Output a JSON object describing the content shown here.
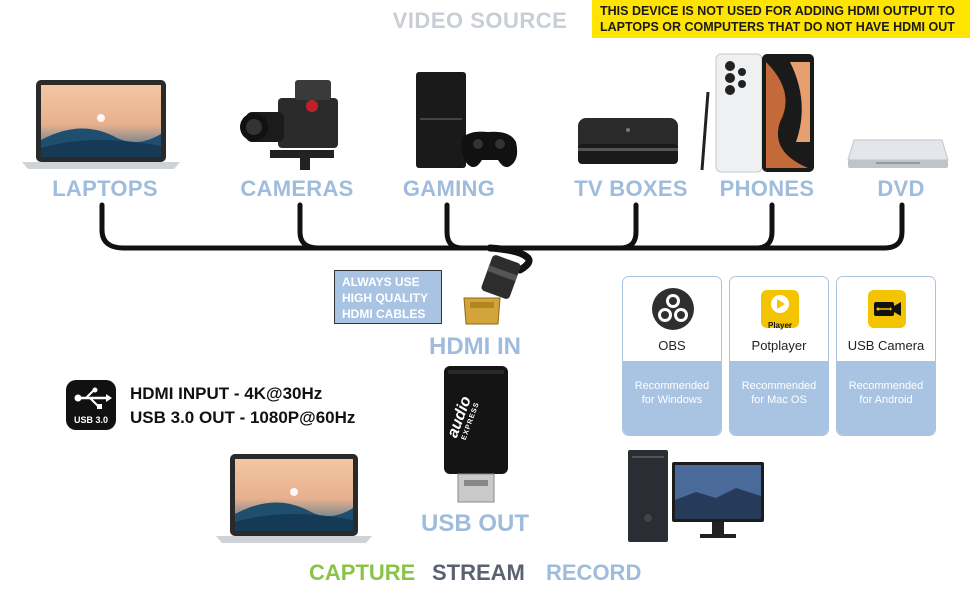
{
  "header": {
    "title": "VIDEO SOURCE",
    "warning": [
      "THIS DEVICE IS NOT USED FOR ADDING HDMI OUTPUT TO",
      "LAPTOPS OR COMPUTERS THAT DO NOT HAVE HDMI OUT"
    ]
  },
  "sources": [
    "LAPTOPS",
    "CAMERAS",
    "GAMING",
    "TV BOXES",
    "PHONES",
    "DVD"
  ],
  "advice": [
    "ALWAYS USE",
    "HIGH QUALITY",
    "HDMI CABLES"
  ],
  "adapter": {
    "hdmi_in": "HDMI IN",
    "usb_out": "USB OUT",
    "brand_top": "audio",
    "brand_bottom": "EXPRESS"
  },
  "specs": {
    "badge": "USB 3.0",
    "line1": "HDMI INPUT  - 4K@30Hz",
    "line2": "USB 3.0 OUT - 1080P@60Hz"
  },
  "software": [
    {
      "name": "OBS",
      "rec1": "Recommended",
      "rec2": "for Windows"
    },
    {
      "name": "Potplayer",
      "rec1": "Recommended",
      "rec2": "for Mac OS",
      "icon_text": "Player"
    },
    {
      "name": "USB Camera",
      "rec1": "Recommended",
      "rec2": "for Android"
    }
  ],
  "bottom": {
    "capture": "CAPTURE",
    "stream": "STREAM",
    "record": "RECORD"
  },
  "colors": {
    "label_blue": "#9fbcdc",
    "warning_yellow": "#ffe400",
    "capture_green": "#8bc34a",
    "stream_gray": "#5a6272",
    "record_blue": "#9fbcdc"
  }
}
